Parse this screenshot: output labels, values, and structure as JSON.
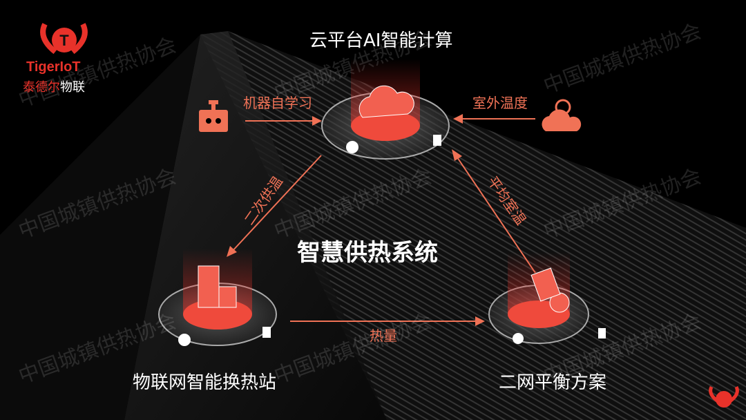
{
  "logo": {
    "brand": "TigerIoT",
    "cn_red": "泰德尔",
    "cn_white": "物联"
  },
  "watermark": "中国城镇供热协会",
  "title": "云平台AI智能计算",
  "center_title": "智慧供热系统",
  "labels": {
    "machine_learning": "机器自学习",
    "outdoor_temp": "室外温度",
    "secondary_supply": "二次供温",
    "avg_room_temp": "平均室温",
    "heat": "热量"
  },
  "nodes": {
    "station": "物联网智能换热站",
    "balance": "二网平衡方案"
  },
  "colors": {
    "accent": "#f07256",
    "red": "#e8322a"
  }
}
